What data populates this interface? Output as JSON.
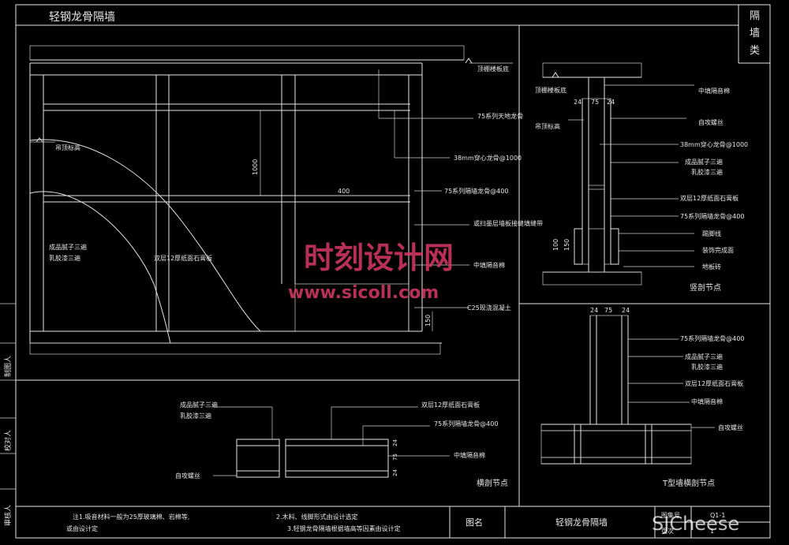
{
  "sheet": {
    "title": "轻钢龙骨隔墙",
    "category_vertical": [
      "隔",
      "墙",
      "类"
    ],
    "side_labels": [
      "制图人",
      "校对人",
      "审核人"
    ]
  },
  "main_elevation": {
    "labels": {
      "ceiling_ref": "顶棚楼板底",
      "ceiling_height": "吊顶标高",
      "top_track": "75系列天地龙骨",
      "cchannel": "38mm穿心龙骨@1000",
      "stud": "75系列隔墙龙骨@400",
      "sealant": "或扫墨层墙板接缝填缝带",
      "gypsum": "双层12厚纸面石膏板",
      "putty": "成品腻子三遍",
      "paint": "乳胶漆三遍",
      "insul": "中填隔音棉",
      "concrete": "C25现浇混凝土"
    },
    "dims": {
      "h1000": "1000",
      "w400": "400",
      "h150": "150"
    }
  },
  "vertical_section": {
    "title": "竖剖节点",
    "labels": {
      "ceiling_ref": "顶棚楼板底",
      "ceiling_height": "吊顶标高",
      "insul": "中填隔音棉",
      "screw": "自攻螺丝",
      "cchannel": "38mm穿心龙骨@1000",
      "putty": "成品腻子三遍",
      "paint": "乳胶漆三遍",
      "gypsum": "双层12厚纸面石膏板",
      "stud": "75系列隔墙龙骨@400",
      "skirting": "踢脚线",
      "finish": "装饰完成面",
      "floor": "地板砖"
    },
    "dims": {
      "d24a": "24",
      "d75": "75",
      "d24b": "24",
      "d100": "100",
      "d150": "150"
    }
  },
  "t_section": {
    "title": "T型墙横剖节点",
    "labels": {
      "stud": "75系列隔墙龙骨@400",
      "putty": "成品腻子三遍",
      "paint": "乳胶漆三遍",
      "gypsum": "双层12厚纸面石膏板",
      "insul": "中填隔音棉",
      "screw": "自攻螺丝"
    },
    "dims": {
      "d24a": "24",
      "d75": "75",
      "d24b": "24"
    }
  },
  "horizontal_section": {
    "title": "横剖节点",
    "labels": {
      "putty": "成品腻子三遍",
      "paint": "乳胶漆三遍",
      "gypsum": "双层12厚纸面石膏板",
      "stud": "75系列隔墙龙骨@400",
      "insul": "中填隔音棉",
      "screw": "自攻螺丝"
    },
    "dims": {
      "d24a": "24",
      "d75": "75",
      "d24b": "24"
    }
  },
  "notes": {
    "n1a": "注1.吸音材料一般为25厚玻璃棉、岩棉等,",
    "n1b": "或由设计定",
    "n2": "2.木料、线脚形式由设计选定",
    "n3": "3.轻钢龙骨隔墙根据墙高等因素由设计定"
  },
  "titleblock": {
    "name_label": "图名",
    "name_value": "轻钢龙骨隔墙",
    "code_label": "图集号",
    "code_value": "Q1-1",
    "page_label": "页次",
    "page_value": "1"
  },
  "watermark": {
    "cn": "时刻设计网",
    "url": "www.sicoll.com",
    "brand": "SJCheese"
  }
}
